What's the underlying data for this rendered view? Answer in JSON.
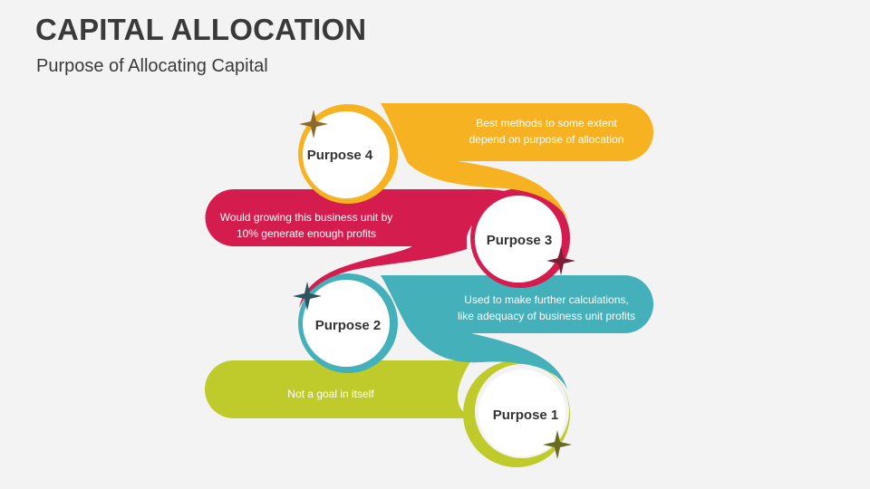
{
  "slide": {
    "title": "CAPITAL ALLOCATION",
    "subtitle": "Purpose of Allocating Capital"
  },
  "colors": {
    "background": "#f3f3f3",
    "purpose_4": "#f6b221",
    "purpose_3": "#d41d4e",
    "purpose_2": "#43b0ba",
    "purpose_1": "#bfcb2a",
    "text_dark": "#333333",
    "text_light": "#ffffff"
  },
  "purposes": [
    {
      "label": "Purpose 4",
      "lines": [
        "Best methods to some extent",
        "depend on purpose of allocation"
      ],
      "color": "purpose_4",
      "star_color": "#8b6a2c"
    },
    {
      "label": "Purpose 3",
      "lines": [
        "Would growing this business unit by",
        "10% generate enough profits"
      ],
      "color": "purpose_3",
      "star_color": "#7a1f33"
    },
    {
      "label": "Purpose 2",
      "lines": [
        "Used to make further calculations,",
        "like adequacy of business unit profits"
      ],
      "color": "purpose_2",
      "star_color": "#2c5560"
    },
    {
      "label": "Purpose 1",
      "lines": [
        "Not a goal in itself"
      ],
      "color": "purpose_1",
      "star_color": "#6b6a24"
    }
  ]
}
